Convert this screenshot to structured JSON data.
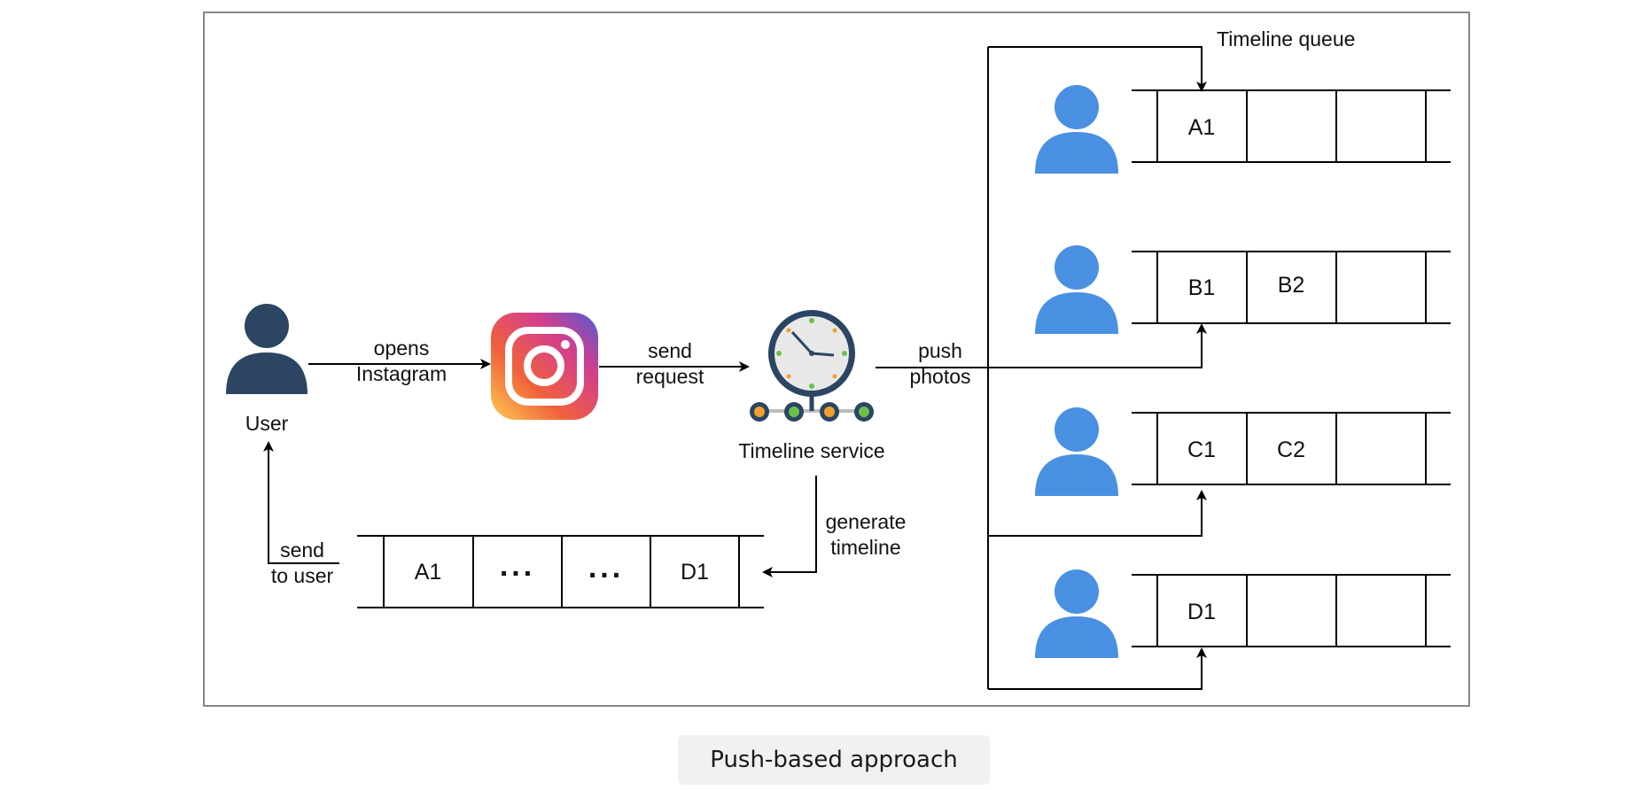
{
  "caption": "Push-based approach",
  "user_label": "User",
  "edges": {
    "opens_instagram": [
      "opens",
      "Instagram"
    ],
    "send_request": [
      "send",
      "request"
    ],
    "push_photos": [
      "push",
      "photos"
    ],
    "generate_timeline": [
      "generate",
      "timeline"
    ],
    "send_to_user": [
      "send",
      "to user"
    ]
  },
  "timeline_service_label": "Timeline service",
  "timeline_queue_label": "Timeline queue",
  "generated_timeline": [
    "A1",
    "...",
    "...",
    "D1"
  ],
  "follower_queues": [
    [
      "A1",
      "",
      ""
    ],
    [
      "B1",
      "B2",
      ""
    ],
    [
      "C1",
      "C2",
      ""
    ],
    [
      "D1",
      "",
      ""
    ]
  ],
  "colors": {
    "user_dark": "#2b4562",
    "follower_blue": "#4a90e2",
    "frame": "#888888",
    "caption_bg": "#f1f1f1"
  },
  "icons": {
    "user": "person-icon",
    "app": "instagram-icon",
    "service": "clock-icon",
    "follower": "person-icon"
  }
}
